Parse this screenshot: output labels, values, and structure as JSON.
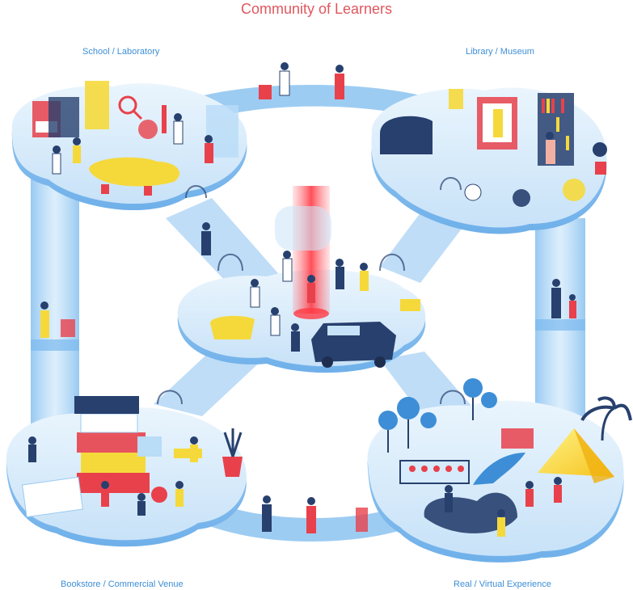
{
  "title": "Community of Learners",
  "zones": [
    {
      "id": "school",
      "label": "School / Laboratory"
    },
    {
      "id": "library",
      "label": "Library / Museum"
    },
    {
      "id": "bookstore",
      "label": "Bookstore / Commercial Venue"
    },
    {
      "id": "experience",
      "label": "Real / Virtual Experience"
    }
  ],
  "colors": {
    "title": "#e0575f",
    "label": "#3d8ed6",
    "platform": "#d6ebfb",
    "platform_edge": "#9ccaf0",
    "ring": "#7ab9ee",
    "accent_red": "#e8414b",
    "accent_yellow": "#f5d93b",
    "accent_navy": "#27406e"
  }
}
